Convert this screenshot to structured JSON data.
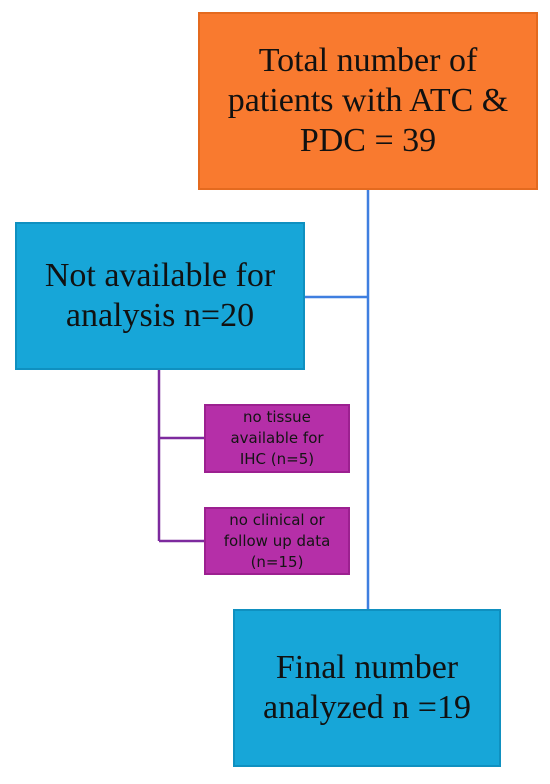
{
  "boxes": {
    "total": {
      "text": "Total number of\npatients with ATC &\nPDC = 39",
      "color": "#f97a2f"
    },
    "not_available": {
      "text": "Not available for\nanalysis n=20",
      "color": "#17a6d8"
    },
    "no_tissue": {
      "text": "no tissue\navailable for\nIHC (n=5)",
      "color": "#b52fa8"
    },
    "no_clinical": {
      "text": "no clinical or\nfollow up data\n(n=15)",
      "color": "#b52fa8"
    },
    "final": {
      "text": "Final number\nanalyzed n =19",
      "color": "#17a6d8"
    }
  },
  "connector_colors": {
    "main": "#3f7fe0",
    "sub": "#7d2a9e"
  }
}
